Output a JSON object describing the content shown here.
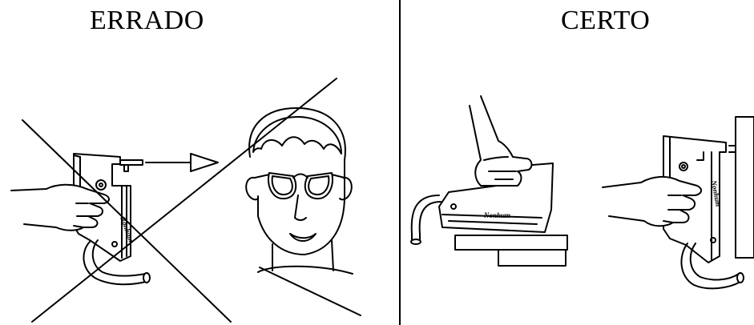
{
  "panels": {
    "wrong": {
      "title": "ERRADO"
    },
    "right": {
      "title": "CERTO"
    }
  },
  "brand_mark": "Nonhum",
  "colors": {
    "line": "#000000",
    "background": "#ffffff"
  }
}
